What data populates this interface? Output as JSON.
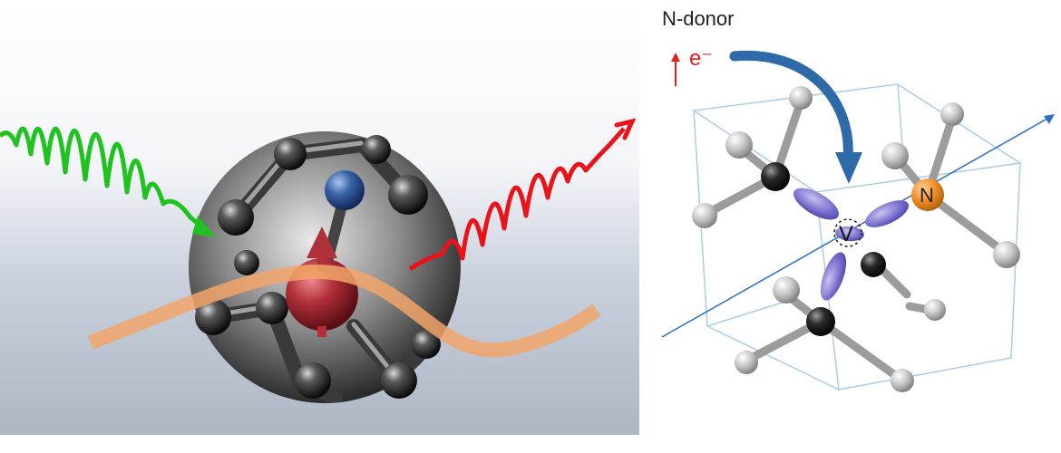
{
  "labels": {
    "donor": "N-donor",
    "electron": "e⁻",
    "nitrogen_atom": "N",
    "vacancy": "V"
  },
  "colors": {
    "incoming_light": "#1fc21f",
    "emitted_light": "#e8141a",
    "electron_arrow": "#e0211f",
    "transfer_arrow": "#2f6aa8",
    "spin_sphere": "#b0303a",
    "nitrogen_sphere_left": "#3a62a6",
    "nitrogen_atom_right": "#f0902a",
    "carbon_atom": "#1c1c1c",
    "orbital_lobe": "#7b73cf",
    "lattice_cube": "#a9cde8",
    "axis_line": "#2f6fbf",
    "wave_band": "#f2a46a"
  }
}
